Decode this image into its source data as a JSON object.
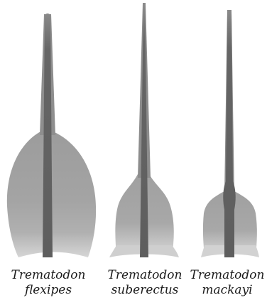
{
  "figure": {
    "leaves": [
      {
        "genus": "Trematodon",
        "species": "flexipes"
      },
      {
        "genus": "Trematodon",
        "species": "suberectus"
      },
      {
        "genus": "Trematodon",
        "species": "mackayi"
      }
    ],
    "colors": {
      "blade_light": "#c8c8c8",
      "blade_mid": "#a9a9a9",
      "blade_dark": "#8f8f8f",
      "costa": "#6b6b6b",
      "costa_dark": "#4f4f4f",
      "label": "#1a1a1a"
    }
  }
}
